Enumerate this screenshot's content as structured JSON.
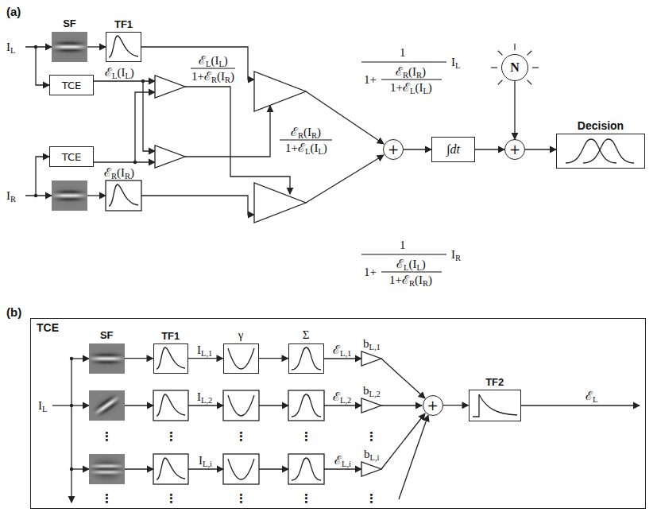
{
  "diagram": {
    "nodes": [
      {
        "text": [
          "SF"
        ]
      },
      {
        "text": [
          "TF1"
        ]
      },
      {
        "text": [
          "TCE"
        ]
      },
      {
        "text": [
          "TCE"
        ]
      },
      {
        "text": [
          "+"
        ]
      },
      {
        "text": [
          "∫dt"
        ]
      },
      {
        "text": [
          "N"
        ]
      },
      {
        "text": [
          "+"
        ]
      },
      {
        "text": [
          "Decision"
        ]
      },
      {
        "text": [
          "TCE"
        ]
      },
      {
        "text": [
          "SF"
        ],
        "in": 9
      },
      {
        "text": [
          "TF1"
        ],
        "in": 9
      },
      {
        "text": [
          "γ"
        ],
        "in": 9
      },
      {
        "text": [
          "Σ"
        ],
        "in": 9
      },
      {
        "text": [
          "+"
        ],
        "in": 9
      },
      {
        "text": [
          "TF2"
        ],
        "in": 9
      }
    ],
    "edges": [
      {
        "from": 0,
        "to": 1,
        "arrow": "to"
      },
      {
        "from": 4,
        "to": 5,
        "arrow": "to"
      },
      {
        "from": 5,
        "to": 7,
        "arrow": "to"
      },
      {
        "from": 6,
        "to": 7,
        "arrow": "to"
      },
      {
        "from": 7,
        "to": 8,
        "arrow": "to"
      },
      {
        "from": 10,
        "to": 11,
        "arrow": "to"
      },
      {
        "from": 11,
        "to": 12,
        "arrow": "to"
      },
      {
        "from": 12,
        "to": 13,
        "arrow": "to"
      },
      {
        "from": 14,
        "to": 15,
        "arrow": "to"
      }
    ],
    "labels": [
      "(a)",
      "IL",
      "IR",
      "ℰL(IL)",
      "ℰR(IR)",
      "ℰL(IL)",
      "1+ℰR(IR)",
      "ℰR(IR)",
      "1+ℰL(IL)",
      "1",
      "1+",
      "ℰR(IR)",
      "1+ℰL(IL)",
      "IL",
      "1",
      "1+",
      "ℰL(IL)",
      "1+ℰR(IR)",
      "IR",
      "(b)",
      "IL",
      "IL,1",
      "IL,2",
      "IL,i",
      "ℰL,1",
      "ℰL,2",
      "ℰL,i",
      "bL,1",
      "bL,2",
      "bL,i",
      "ℰL",
      "⋮",
      "⋮",
      "⋮",
      "⋮",
      "⋮",
      "⋮",
      "⋮",
      "⋮",
      "⋮",
      "⋮"
    ]
  }
}
